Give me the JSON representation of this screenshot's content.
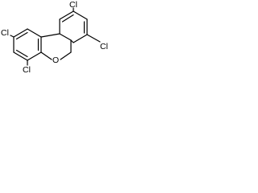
{
  "molecule": {
    "atom_labels": {
      "cl_upper_right": "Cl",
      "cl_right": "Cl",
      "cl_left": "Cl",
      "cl_lower_left": "Cl",
      "oxygen": "O"
    },
    "colors": {
      "bond": "#000000",
      "label": "#000000",
      "background": "#ffffff"
    }
  }
}
